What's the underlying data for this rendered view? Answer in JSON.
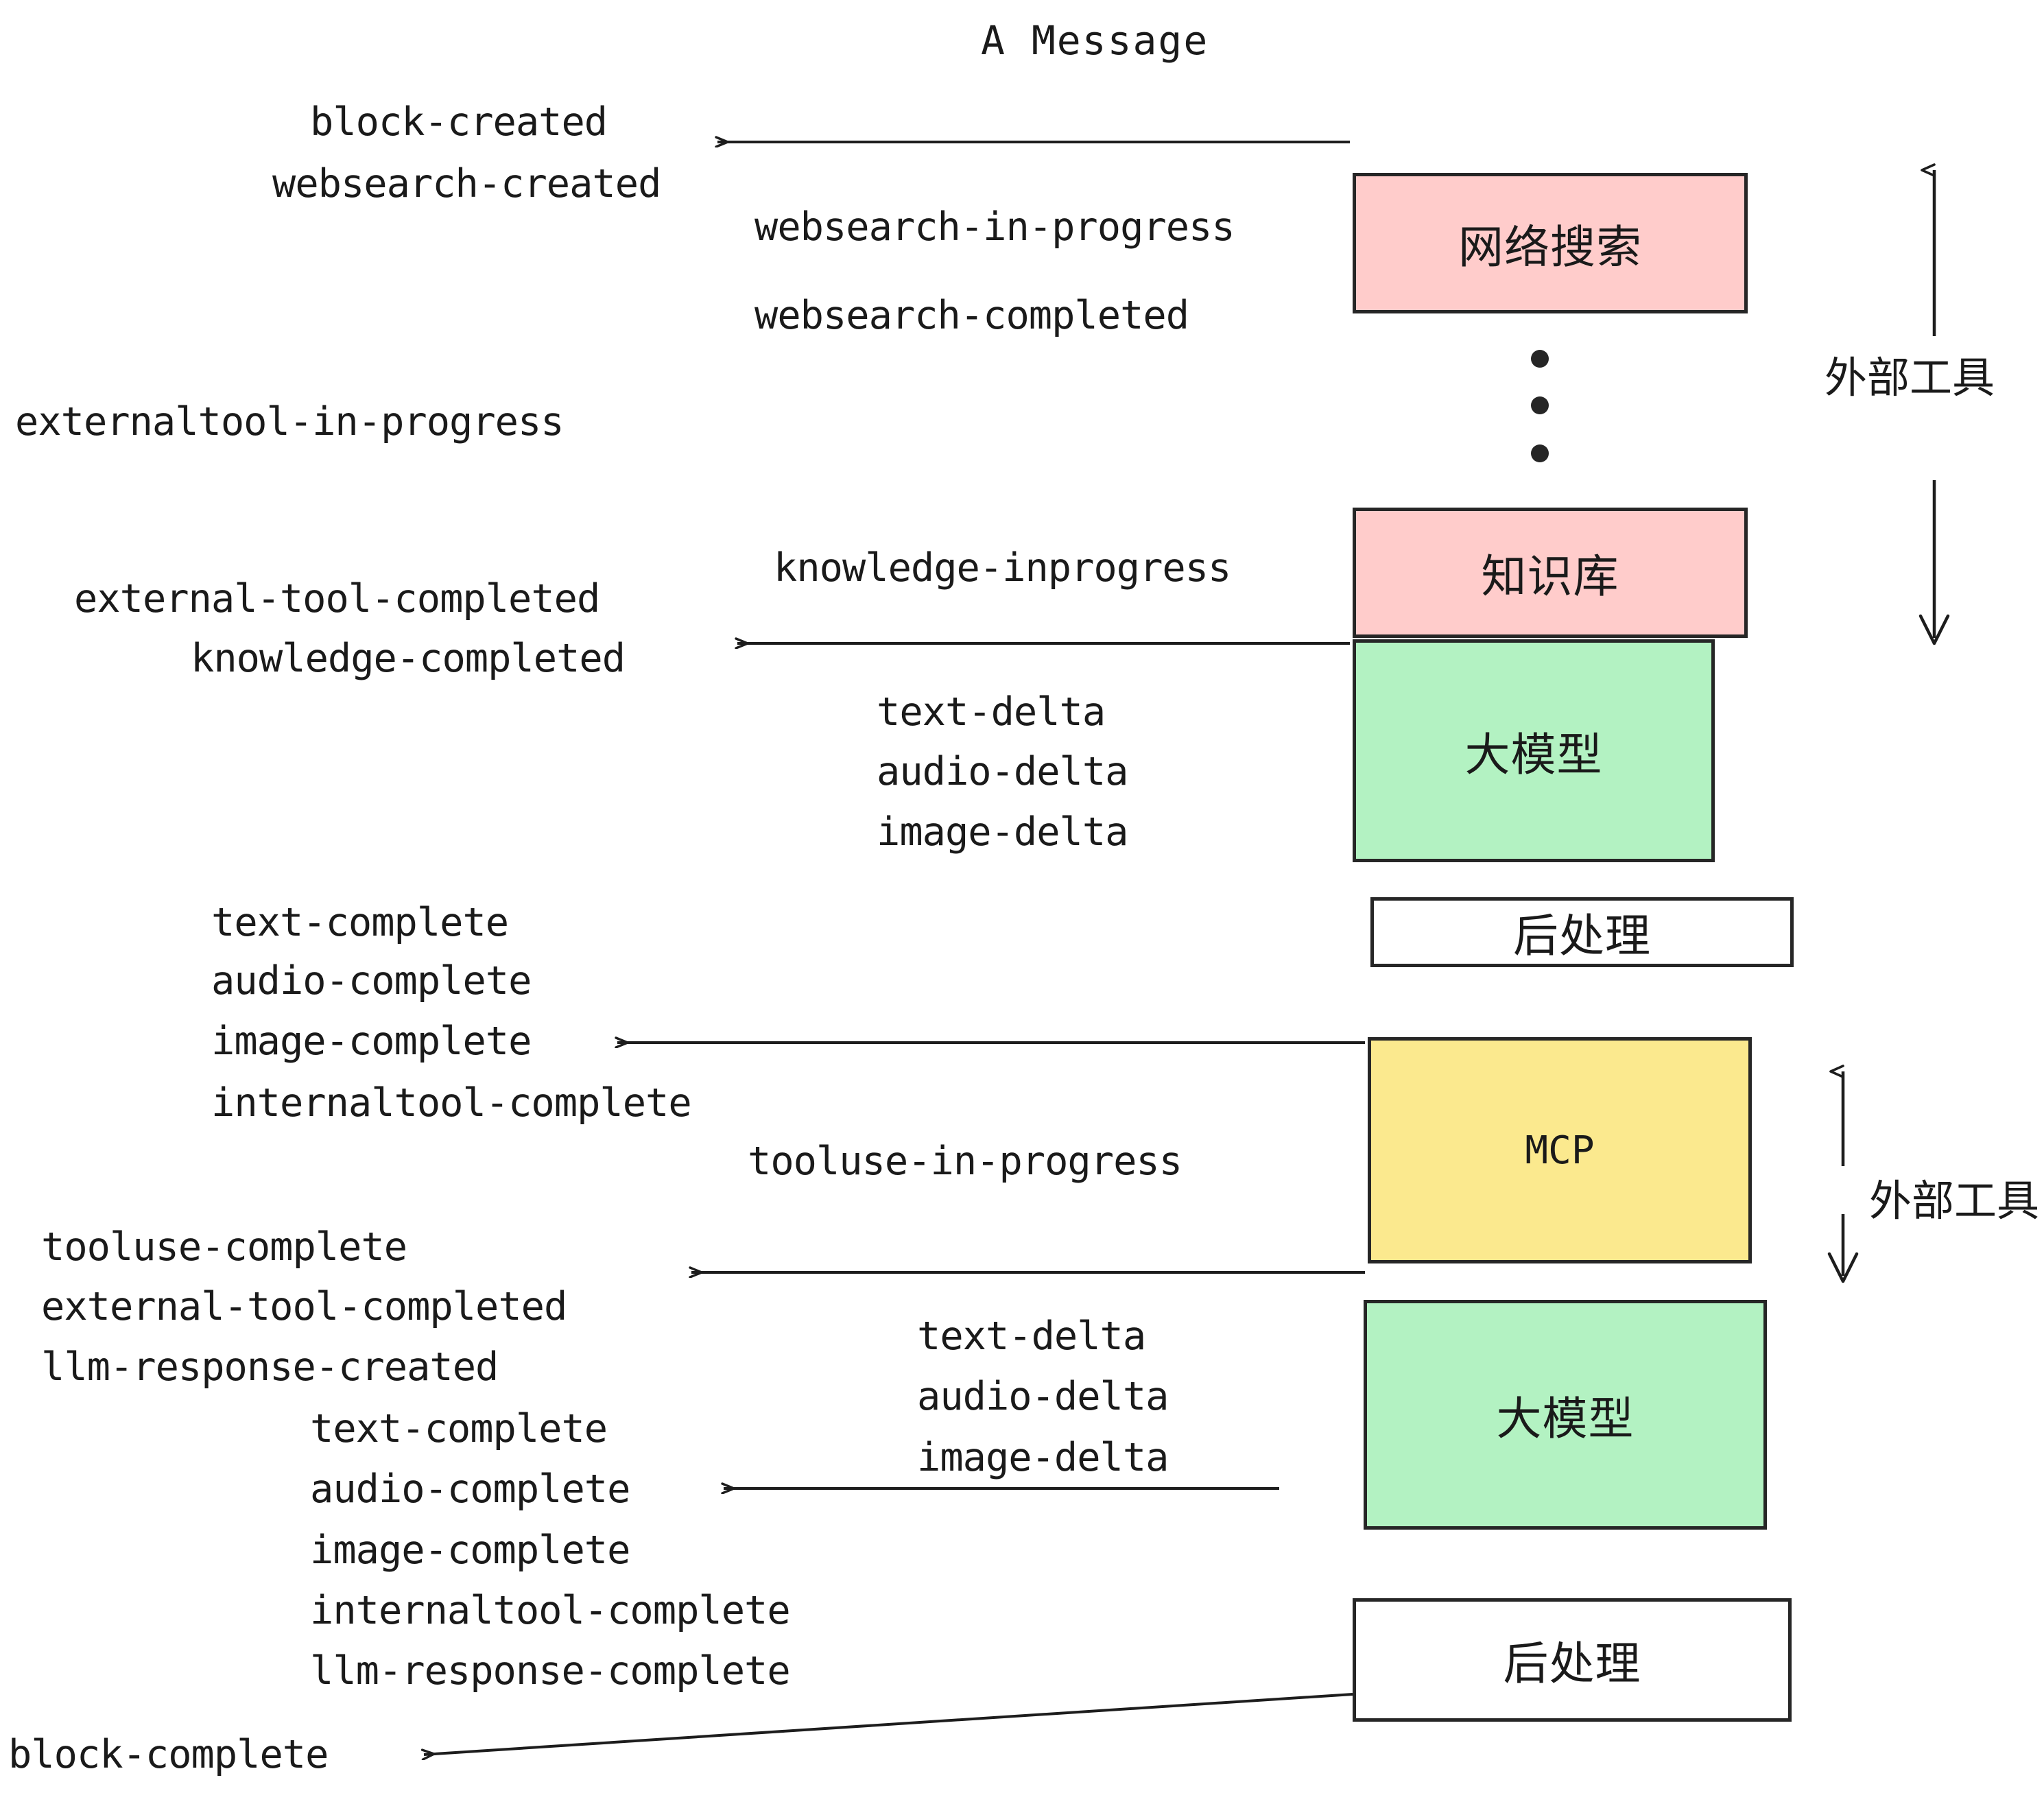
{
  "diagram": {
    "title": "A Message",
    "background": "#ffffff",
    "ink": "#1a1a1a",
    "palette": {
      "pink": "#ffcccb",
      "green": "#b3f2c2",
      "yellow": "#fbe98e",
      "white": "#ffffff",
      "stroke": "#262626"
    }
  },
  "boxes": [
    {
      "id": "websearch",
      "label": "网络搜索",
      "color": "pink"
    },
    {
      "id": "knowledge",
      "label": "知识库",
      "color": "pink"
    },
    {
      "id": "llm-1",
      "label": "大模型",
      "color": "green"
    },
    {
      "id": "postprocess-1",
      "label": "后处理",
      "color": "white"
    },
    {
      "id": "mcp",
      "label": "MCP",
      "color": "yellow"
    },
    {
      "id": "llm-2",
      "label": "大模型",
      "color": "green"
    },
    {
      "id": "postprocess-2",
      "label": "后处理",
      "color": "white"
    }
  ],
  "side_labels": [
    {
      "id": "external-tools-top",
      "label": "外部工具"
    },
    {
      "id": "external-tools-bottom",
      "label": "外部工具"
    }
  ],
  "events": {
    "block_created": "block-created",
    "websearch_created": "websearch-created",
    "websearch_in_progress": "websearch-in-progress",
    "websearch_completed": "websearch-completed",
    "externaltool_in_progress": "externaltool-in-progress",
    "knowledge_inprogress": "knowledge-inprogress",
    "external_tool_completed_1": "external-tool-completed",
    "knowledge_completed": "knowledge-completed",
    "text_delta_1": "text-delta",
    "audio_delta_1": "audio-delta",
    "image_delta_1": "image-delta",
    "text_complete_1": "text-complete",
    "audio_complete_1": "audio-complete",
    "image_complete_1": "image-complete",
    "internaltool_complete_1": "internaltool-complete",
    "tooluse_in_progress": "tooluse-in-progress",
    "tooluse_complete": "tooluse-complete",
    "external_tool_completed_2": "external-tool-completed",
    "llm_response_created": "llm-response-created",
    "text_delta_2": "text-delta",
    "audio_delta_2": "audio-delta",
    "image_delta_2": "image-delta",
    "text_complete_2": "text-complete",
    "audio_complete_2": "audio-complete",
    "image_complete_2": "image-complete",
    "internaltool_complete_2": "internaltool-complete",
    "llm_response_complete": "llm-response-complete",
    "block_complete": "block-complete"
  }
}
